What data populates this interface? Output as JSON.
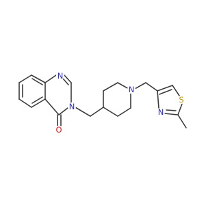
{
  "molecule": {
    "atoms": {
      "n1": {
        "symbol": "N",
        "color": "#2b2bd6"
      },
      "n3": {
        "symbol": "N",
        "color": "#2b2bd6"
      },
      "o": {
        "symbol": "O",
        "color": "#e01b1b"
      },
      "n_pip": {
        "symbol": "N",
        "color": "#2b2bd6"
      },
      "n_thz": {
        "symbol": "N",
        "color": "#2b2bd6"
      },
      "s_thz": {
        "symbol": "S",
        "color": "#b59a00"
      }
    },
    "bond_color": "#3a3a3a"
  }
}
